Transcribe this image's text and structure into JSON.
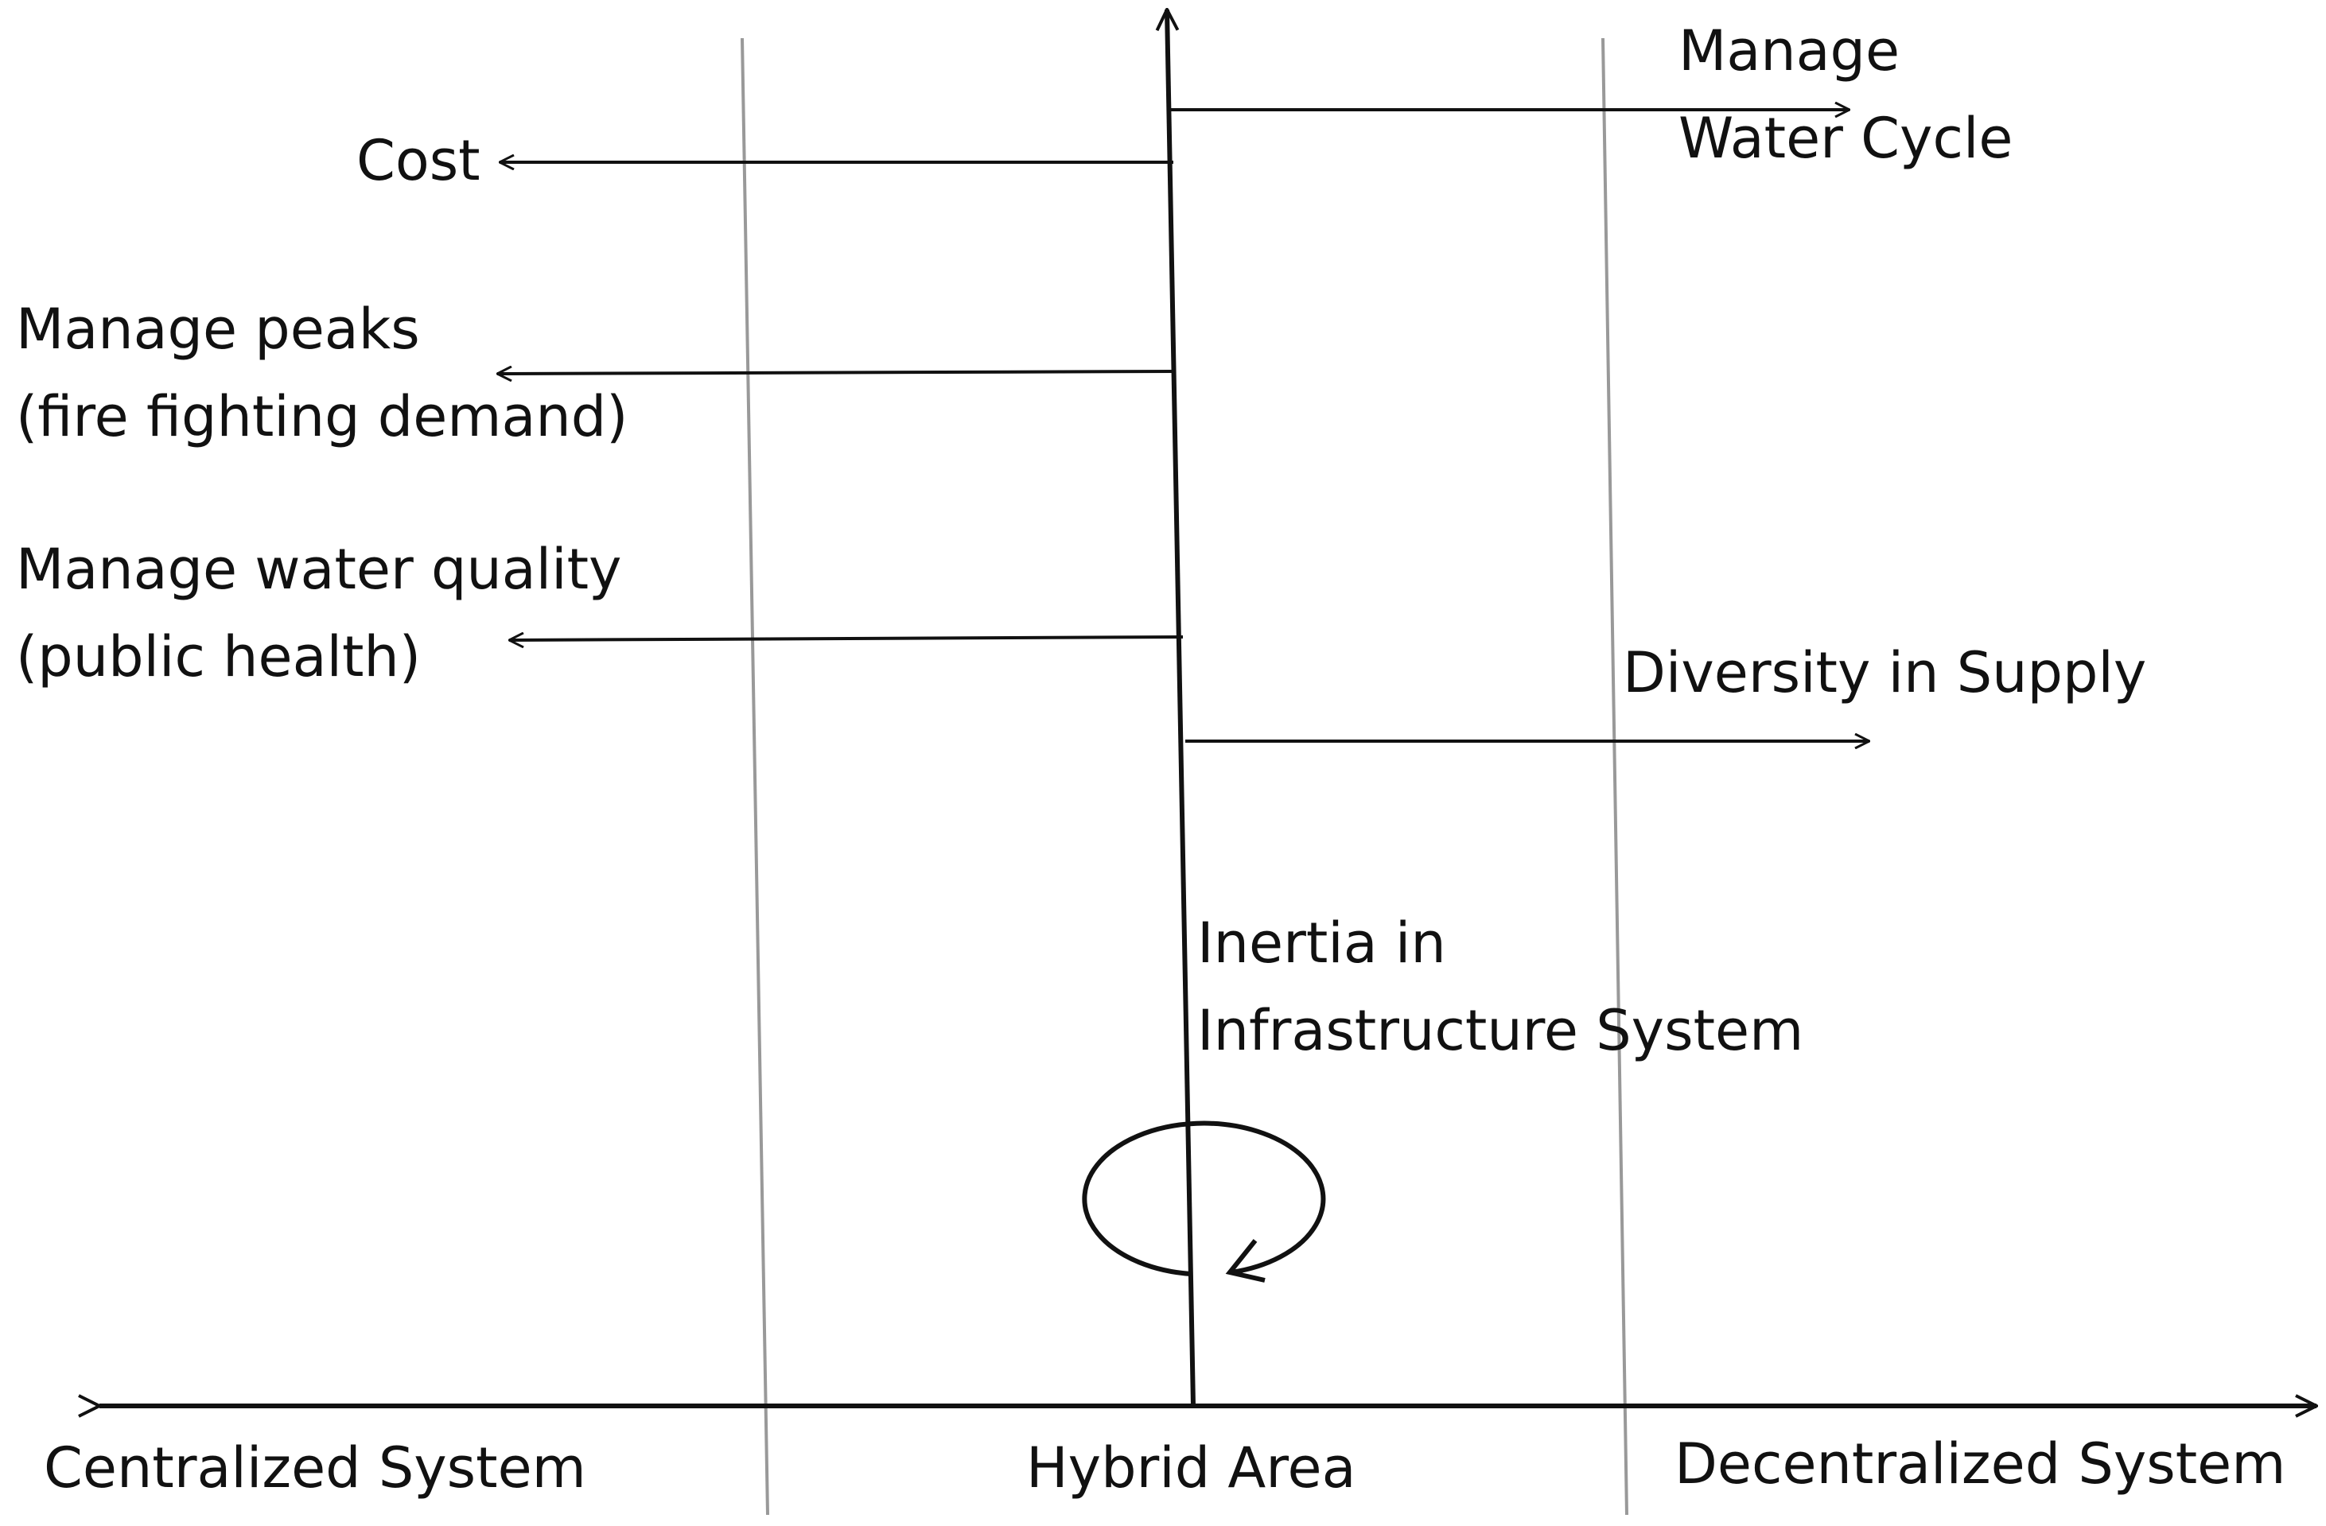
{
  "diagram": {
    "forces_left": {
      "cost": "Cost",
      "peaks_line1": "Manage peaks",
      "peaks_line2": "(fire fighting demand)",
      "quality_line1": "Manage water quality",
      "quality_line2": "(public health)"
    },
    "forces_right": {
      "water_cycle_line1": "Manage",
      "water_cycle_line2": "Water Cycle",
      "diversity": "Diversity in Supply"
    },
    "inertia": {
      "line1": "Inertia in",
      "line2": "Infrastructure System"
    },
    "axis": {
      "left": "Centralized System",
      "center": "Hybrid Area",
      "right": "Decentralized System"
    },
    "colors": {
      "line": "#111111",
      "zone_divider": "#999999",
      "text": "#111111"
    }
  }
}
